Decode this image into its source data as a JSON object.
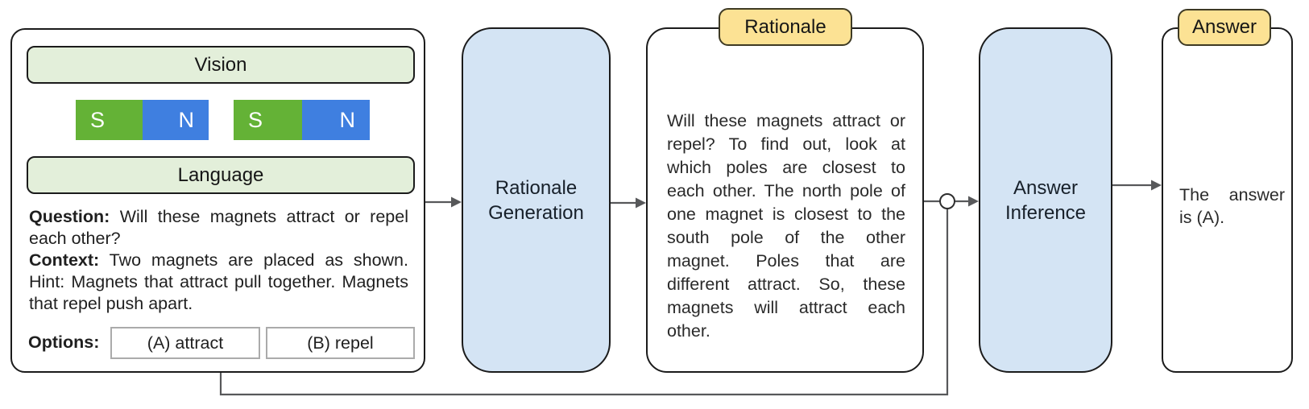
{
  "input_panel": {
    "vision_label": "Vision",
    "language_label": "Language",
    "magnets": [
      {
        "s": "S",
        "n": "N"
      },
      {
        "s": "S",
        "n": "N"
      }
    ],
    "question_label": "Question:",
    "question_text": "Will these magnets attract or repel each other?",
    "context_label": "Context:",
    "context_text": "Two magnets are placed as shown. Hint: Magnets that attract pull together. Magnets that repel push apart.",
    "options_label": "Options:",
    "options": [
      "(A) attract",
      "(B) repel"
    ]
  },
  "stages": {
    "rationale_generation": "Rationale Generation",
    "answer_inference": "Answer Inference"
  },
  "rationale_panel": {
    "tag": "Rationale",
    "text": "Will these magnets attract or repel? To find out, look at which poles are closest to each other. The north pole of one magnet is closest to the south pole of the other magnet. Poles that are different attract. So, these magnets will attract each other."
  },
  "answer_panel": {
    "tag": "Answer",
    "text": "The answer is (A)."
  },
  "colors": {
    "stage_fill": "#d4e4f4",
    "tag_fill": "#fce294",
    "header_fill": "#e3efda",
    "magnet_south_green": "#64b236",
    "magnet_north_blue": "#3f7fe0",
    "connector_gray": "#57585a",
    "border_black": "#1b1b1b"
  }
}
